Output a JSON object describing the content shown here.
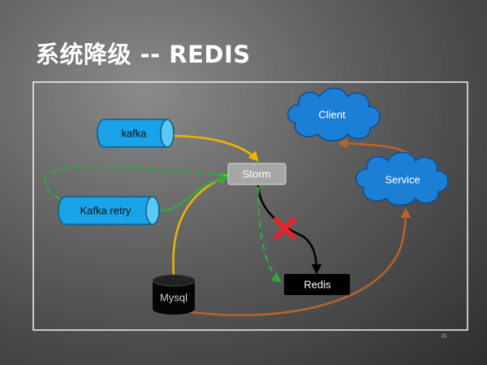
{
  "slide": {
    "title": "系统降级 -- REDIS",
    "page_number": "31"
  },
  "nodes": {
    "kafka": "kafka",
    "kafka_retry": "Kafka retry",
    "storm": "Storm",
    "mysql": "Mysql",
    "redis": "Redis",
    "client": "Client",
    "service": "Service"
  },
  "colors": {
    "queue_fill": "#1aa3e8",
    "storm_fill": "#a6a6a6",
    "cloud_fill": "#1c7fd6",
    "arrow_yellow": "#f0b400",
    "arrow_green": "#2fa840",
    "arrow_brown": "#b8642a",
    "fail_mark": "#e8222a"
  }
}
